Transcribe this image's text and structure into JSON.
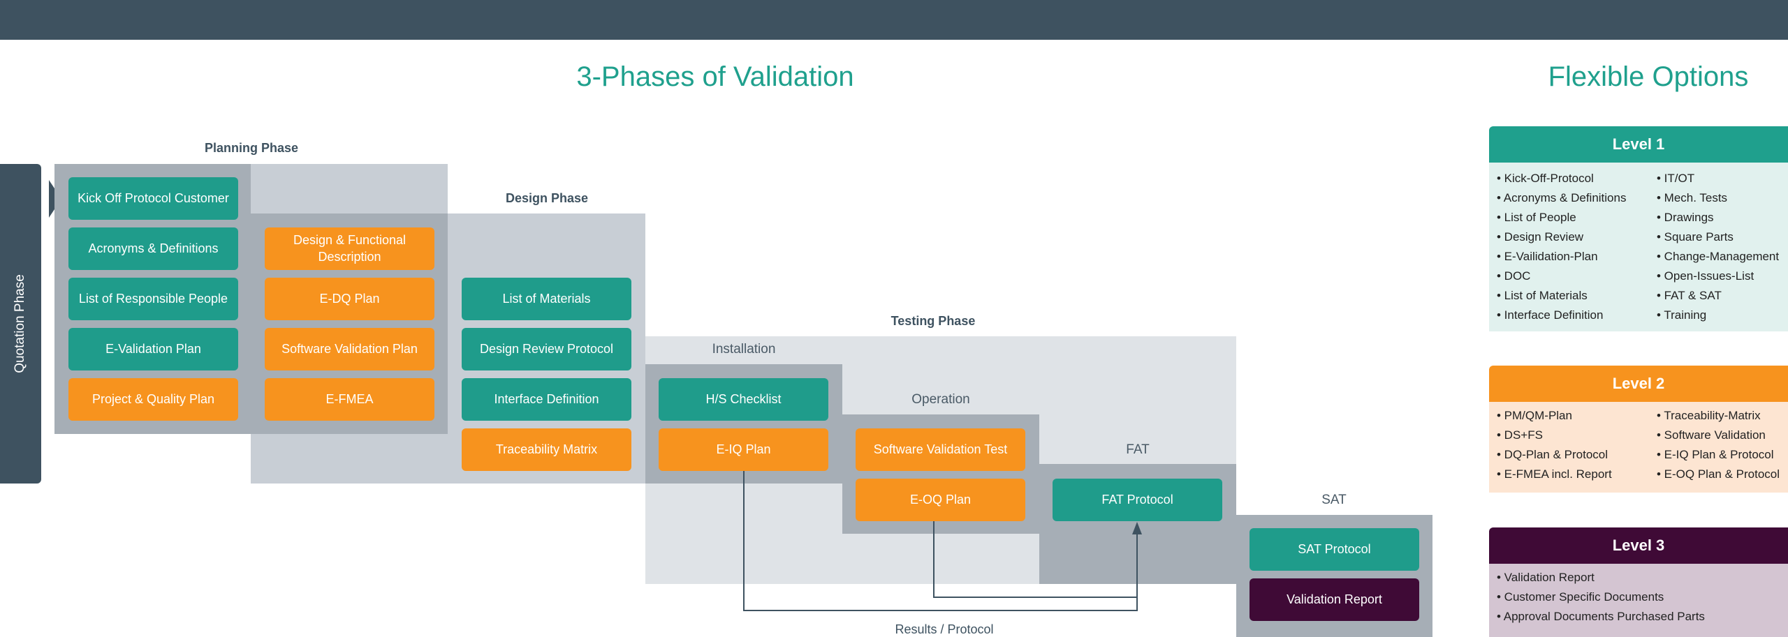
{
  "titles": {
    "main": "3-Phases of Validation",
    "options": "Flexible Options"
  },
  "quotation": {
    "label": "Quotation Phase"
  },
  "planning": {
    "label": "Planning Phase",
    "items": [
      "Kick Off Protocol Customer",
      "Acronyms & Definitions",
      "List of Responsible People",
      "E-Validation Plan",
      "Project & Quality Plan"
    ],
    "items2": [
      "Design & Functional Description",
      "E-DQ Plan",
      "Software Validation Plan",
      "E-FMEA"
    ]
  },
  "design": {
    "label": "Design Phase",
    "items": [
      "List of Materials",
      "Design Review Protocol",
      "Interface Definition",
      "Traceability Matrix"
    ]
  },
  "testing": {
    "label": "Testing Phase",
    "installation": {
      "label": "Installation",
      "items": [
        "H/S Checklist",
        "E-IQ Plan"
      ]
    },
    "operation": {
      "label": "Operation",
      "items": [
        "Software Validation Test",
        "E-OQ Plan"
      ]
    },
    "fat": {
      "label": "FAT",
      "items": [
        "FAT Protocol"
      ]
    },
    "sat": {
      "label": "SAT",
      "items": [
        "SAT Protocol",
        "Validation Report"
      ]
    },
    "results": "Results / Protocol"
  },
  "levels": [
    {
      "title": "Level 1",
      "color": "#1fa08d",
      "bg": "#e1f1ee",
      "col1": [
        "• Kick-Off-Protocol",
        "• Acronyms & Definitions",
        "• List of People",
        "• Design Review",
        "• E-Vailidation-Plan",
        "• DOC",
        "• List of Materials",
        "• Interface Definition"
      ],
      "col2": [
        "• IT/OT",
        "• Mech. Tests",
        "• Drawings",
        "• Square Parts",
        "• Change-Management",
        "• Open-Issues-List",
        "• FAT & SAT",
        "• Training"
      ]
    },
    {
      "title": "Level 2",
      "color": "#f7931e",
      "bg": "#fde5d2",
      "col1": [
        "• PM/QM-Plan",
        "• DS+FS",
        "• DQ-Plan & Protocol",
        "• E-FMEA incl. Report"
      ],
      "col2": [
        "• Traceability-Matrix",
        "• Software Validation",
        "• E-IQ Plan & Protocol",
        "• E-OQ Plan & Protocol"
      ]
    },
    {
      "title": "Level 3",
      "color": "#3f0a36",
      "bg": "#d4c5d2",
      "col1": [
        "• Validation Report",
        "• Customer Specific Documents",
        "• Approval Documents Purchased Parts"
      ],
      "col2": []
    }
  ]
}
